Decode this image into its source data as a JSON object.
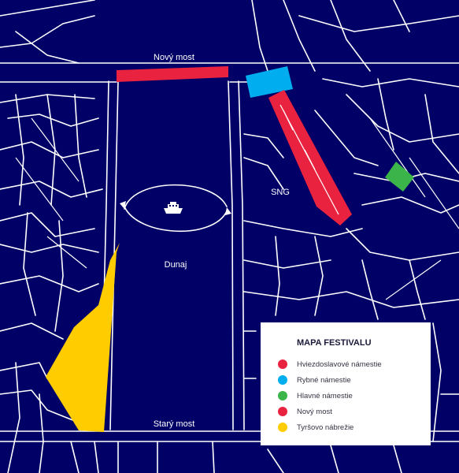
{
  "map": {
    "labels": {
      "novy_most": "Nový most",
      "stary_most": "Starý most",
      "dunaj": "Dunaj",
      "sng": "SNG"
    },
    "colors": {
      "background": "#000066",
      "streets": "#ffffff",
      "hviezdoslavove": "#e8223f",
      "rybne": "#00aeef",
      "hlavne": "#3bb54a",
      "novy_most": "#e8223f",
      "tyrsovo": "#ffcc00"
    },
    "icon": "ferry-boat-icon"
  },
  "legend": {
    "title": "MAPA FESTIVALU",
    "items": [
      {
        "label": "Hviezdoslavové námestie",
        "color": "#e8223f"
      },
      {
        "label": "Rybné námestie",
        "color": "#00aeef"
      },
      {
        "label": "Hlavné námestie",
        "color": "#3bb54a"
      },
      {
        "label": "Nový most",
        "color": "#e8223f"
      },
      {
        "label": "Tyršovo nábrežie",
        "color": "#ffcc00"
      }
    ]
  }
}
